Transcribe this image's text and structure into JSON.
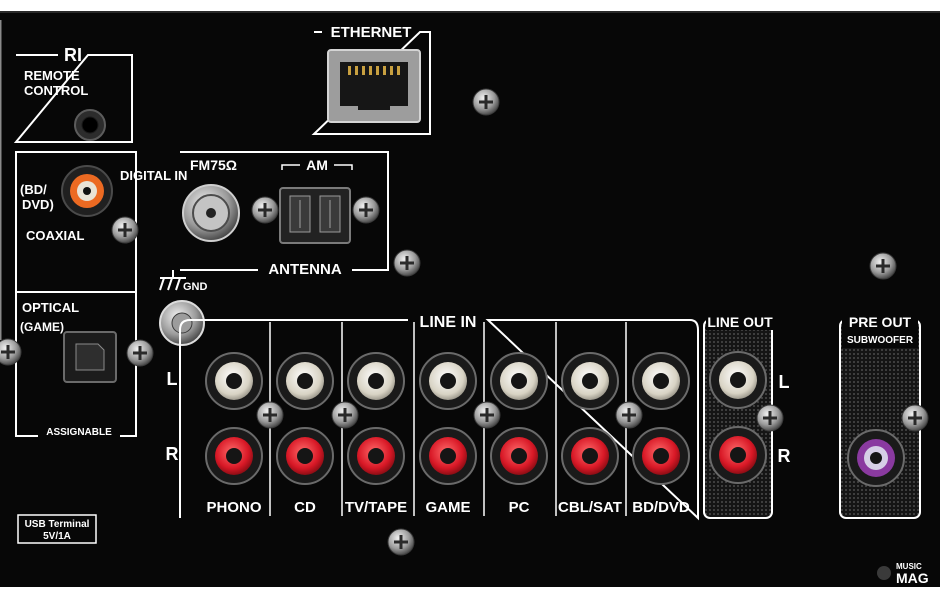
{
  "labels": {
    "ri": "RI",
    "remote_control_1": "REMOTE",
    "remote_control_2": "CONTROL",
    "ethernet": "ETHERNET",
    "digital_in": "DIGITAL IN",
    "bd_dvd_1": "(BD/",
    "bd_dvd_2": "DVD)",
    "coaxial": "COAXIAL",
    "optical": "OPTICAL",
    "game_paren": "(GAME)",
    "assignable": "ASSIGNABLE",
    "usb_1": "USB Terminal",
    "usb_2": "5V/1A",
    "fm": "FM75Ω",
    "am": "AM",
    "antenna": "ANTENNA",
    "gnd": "GND",
    "line_in": "LINE IN",
    "line_out": "LINE OUT",
    "pre_out": "PRE OUT",
    "subwoofer": "SUBWOOFER",
    "left": "L",
    "right": "R",
    "watermark_1": "MUSIC",
    "watermark_2": "MAG"
  },
  "line_in_inputs": [
    "PHONO",
    "CD",
    "TV/TAPE",
    "GAME",
    "PC",
    "CBL/SAT",
    "BD/DVD"
  ],
  "colors": {
    "panel": "#070707",
    "text": "#ffffff",
    "rca_white": "#e8e4d8",
    "rca_red": "#d81826",
    "rca_orange": "#ec6a22",
    "rca_purple": "#8a3aa0"
  }
}
